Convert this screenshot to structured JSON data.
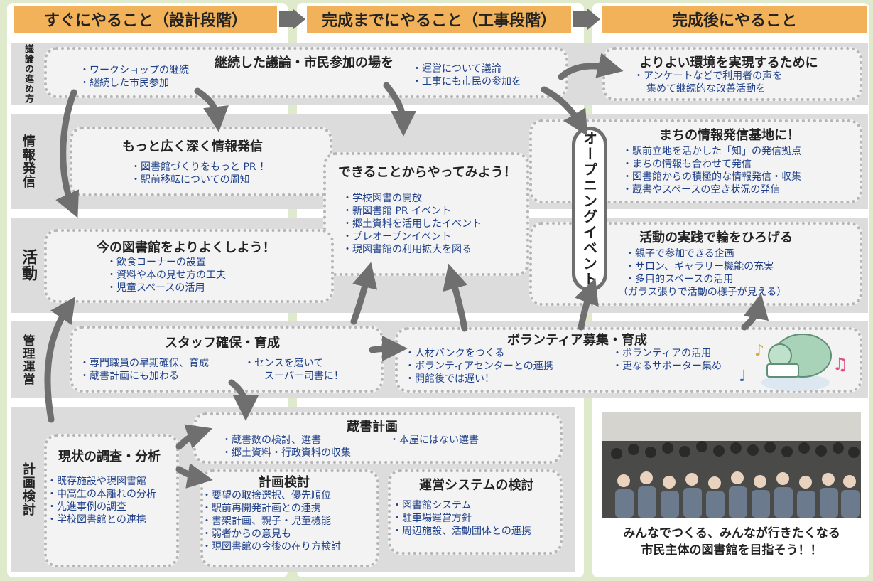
{
  "headers": {
    "design": "すぐにやること（設計段階）",
    "construction": "完成までにやること（工事段階）",
    "after": "完成後にやること"
  },
  "bands": {
    "discussion": "議論の進め方",
    "info": "情報発信",
    "activity": "活動",
    "management": "管理運営",
    "planning": "計画検討"
  },
  "discussion": {
    "title": "継続した議論・市民参加の場を",
    "left_items": [
      "ワークショップの継続",
      "継続した市民参加"
    ],
    "right_items": [
      "運営について議論",
      "工事にも市民の参加を"
    ]
  },
  "better_env": {
    "title": "よりよい環境を実現するために",
    "line1": "・アンケートなどで利用者の声を",
    "line2": "集めて継続的な改善活動を"
  },
  "info_wide": {
    "title": "もっと広く深く情報発信",
    "items": [
      "図書館づくりをもっと PR ！",
      "駅前移転についての周知"
    ]
  },
  "try_now": {
    "title": "できることからやってみよう！",
    "items": [
      "学校図書の開放",
      "新図書館 PR イベント",
      "郷土資料を活用したイベント",
      "プレオープンイベント",
      "現図書館の利用拡大を図る"
    ]
  },
  "opening_event": "オープニングイベント",
  "info_base": {
    "title": "まちの情報発信基地に！",
    "items": [
      "駅前立地を活かした「知」の発信拠点",
      "まちの情報も合わせて発信",
      "図書館からの積極的な情報発信・収集",
      "蔵書やスペースの空き状況の発信"
    ]
  },
  "improve": {
    "title": "今の図書館をよりよくしよう！",
    "items": [
      "飲食コーナーの設置",
      "資料や本の見せ方の工夫",
      "児童スペースの活用"
    ]
  },
  "practice": {
    "title": "活動の実践で輪をひろげる",
    "items": [
      "親子で参加できる企画",
      "サロン、ギャラリー機能の充実",
      "多目的スペースの活用"
    ],
    "note": "（ガラス張りで活動の様子が見える）"
  },
  "staff": {
    "title": "スタッフ確保・育成",
    "left_items": [
      "専門職員の早期確保、育成",
      "蔵書計画にも加わる"
    ],
    "right_line1": "・センスを磨いて",
    "right_line2": "スーパー司書に！"
  },
  "volunteer": {
    "title": "ボランティア募集・育成",
    "left_items": [
      "人材バンクをつくる",
      "ボランティアセンターとの連携",
      "開館後では遅い！"
    ],
    "right_items": [
      "ボランティアの活用",
      "更なるサポーター集め"
    ]
  },
  "survey": {
    "title": "現状の調査・分析",
    "items": [
      "既存施設や現図書館",
      "中高生の本離れの分析",
      "先進事例の調査",
      "学校図書館との連携"
    ]
  },
  "collection": {
    "title": "蔵書計画",
    "line1": "・蔵書数の検討、選書",
    "line2": "・郷土資料・行政資料の収集",
    "line3": "・本屋にはない選書"
  },
  "plan_review": {
    "title": "計画検討",
    "items": [
      "要望の取捨選択、優先順位",
      "駅前再開発計画との連携",
      "書架計画、親子・児童機能",
      "弱者からの意見も",
      "現図書館の今後の在り方検討"
    ]
  },
  "ops_system": {
    "title": "運営システムの検討",
    "items": [
      "図書館システム",
      "駐車場運営方針",
      "周辺施設、活動団体との連携"
    ]
  },
  "slogan": {
    "line1": "みんなでつくる、みんなが行きたくなる",
    "line2": "市民主体の図書館を目指そう！！"
  },
  "colors": {
    "header": "#f2b25a",
    "arrow": "#6f6f6f",
    "background": "#dfe9cc",
    "band": "#dcdcdc",
    "text": "#1d3f8a"
  }
}
